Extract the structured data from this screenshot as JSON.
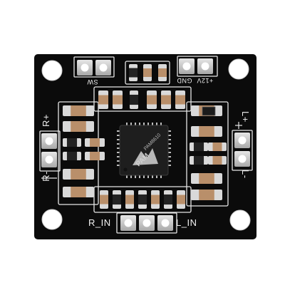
{
  "board": {
    "labels": {
      "r_plus": "R+",
      "r_minus": "R-",
      "l_plus": "L+",
      "l_minus": "L-",
      "r_in": "R_IN",
      "l_in": "L_IN",
      "sw": "SW",
      "gnd": "GND",
      "v12": "+12V"
    },
    "chip": {
      "line1": "PAM8610",
      "line2": "PAM"
    }
  },
  "colors": {
    "pcb": "#0b0b0b",
    "silkscreen": "#f0f0f0",
    "pad": "#c9c9c9",
    "capacitor": "#c8a07a"
  }
}
